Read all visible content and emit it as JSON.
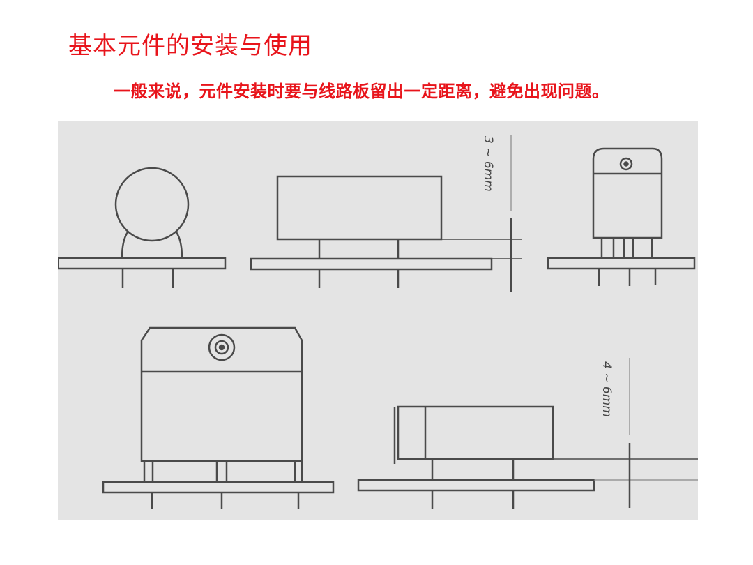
{
  "slide": {
    "title": "基本元件的安装与使用",
    "subtitle": "一般来说，元件安装时要与线路板留出一定距离，避免出现问题。",
    "title_color": "#e8141b"
  },
  "figure": {
    "description": "Line drawings of components mounted above circuit boards with clearance dimensions",
    "components": [
      {
        "name": "disc-capacitor",
        "position": "top-left"
      },
      {
        "name": "rectangular-component-horizontal",
        "position": "top-center"
      },
      {
        "name": "to220-transistor",
        "position": "top-right"
      },
      {
        "name": "power-module-with-tab",
        "position": "bottom-left"
      },
      {
        "name": "rectangular-component-low",
        "position": "bottom-right"
      }
    ],
    "dimensions": {
      "top": "3 ~ 6mm",
      "bottom": "4 ~ 6mm"
    },
    "colors": {
      "background": "#e4e4e4",
      "lines": "#4a4a4a"
    }
  }
}
